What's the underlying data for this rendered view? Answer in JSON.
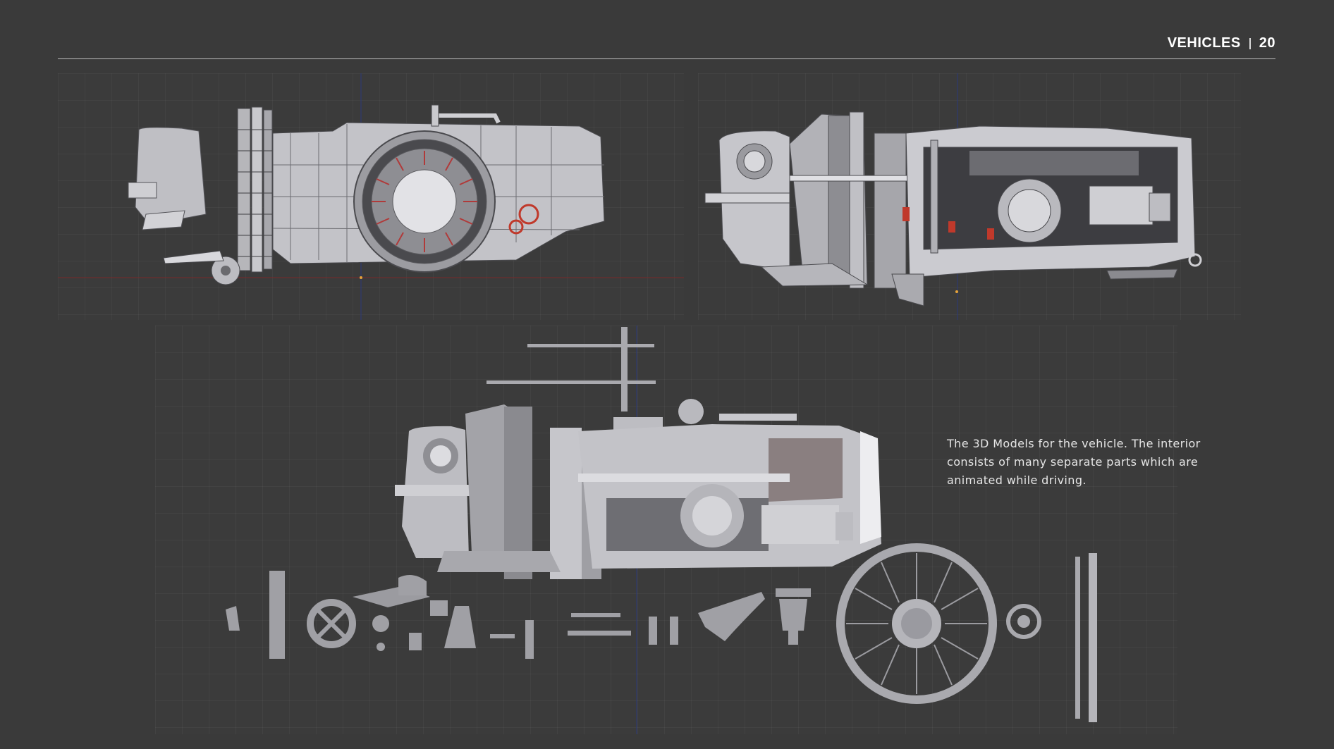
{
  "header": {
    "section": "VEHICLES",
    "page_number": "20"
  },
  "caption": {
    "text": "The 3D Models for the vehicle. The interior consists of many separate parts which are animated while driving."
  },
  "colors": {
    "background": "#3a3a3a",
    "model_light": "#d8d8dc",
    "model_mid": "#a9a9ae",
    "model_dark": "#6c6c72",
    "wire_accent": "#c0392b",
    "axis_red": "#8a2b2b",
    "axis_blue": "#2b3a7a"
  },
  "views": [
    {
      "name": "side-wireframe-view"
    },
    {
      "name": "cutaway-wireframe-view"
    },
    {
      "name": "shaded-cutaway-view"
    },
    {
      "name": "exploded-parts-view"
    }
  ]
}
